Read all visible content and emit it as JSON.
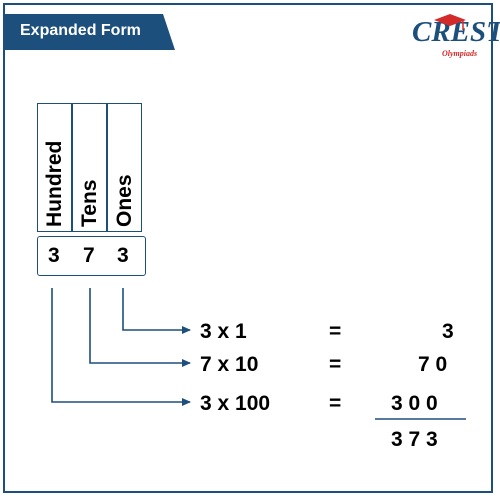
{
  "title": "Expanded Form",
  "logo": {
    "main": "CREST",
    "sub": "Olympiads"
  },
  "columns": [
    "Hundred",
    "Tens",
    "Ones"
  ],
  "digits": [
    "3",
    "7",
    "3"
  ],
  "rows": [
    {
      "expr": "3 x 1",
      "eq": "=",
      "result": "3"
    },
    {
      "expr": "7 x 10",
      "eq": "=",
      "result": "7 0"
    },
    {
      "expr": "3 x 100",
      "eq": "=",
      "result": "3 0 0"
    }
  ],
  "total": "3 7 3",
  "colors": {
    "primary": "#1d4f7c",
    "accent": "#d32a2a"
  }
}
